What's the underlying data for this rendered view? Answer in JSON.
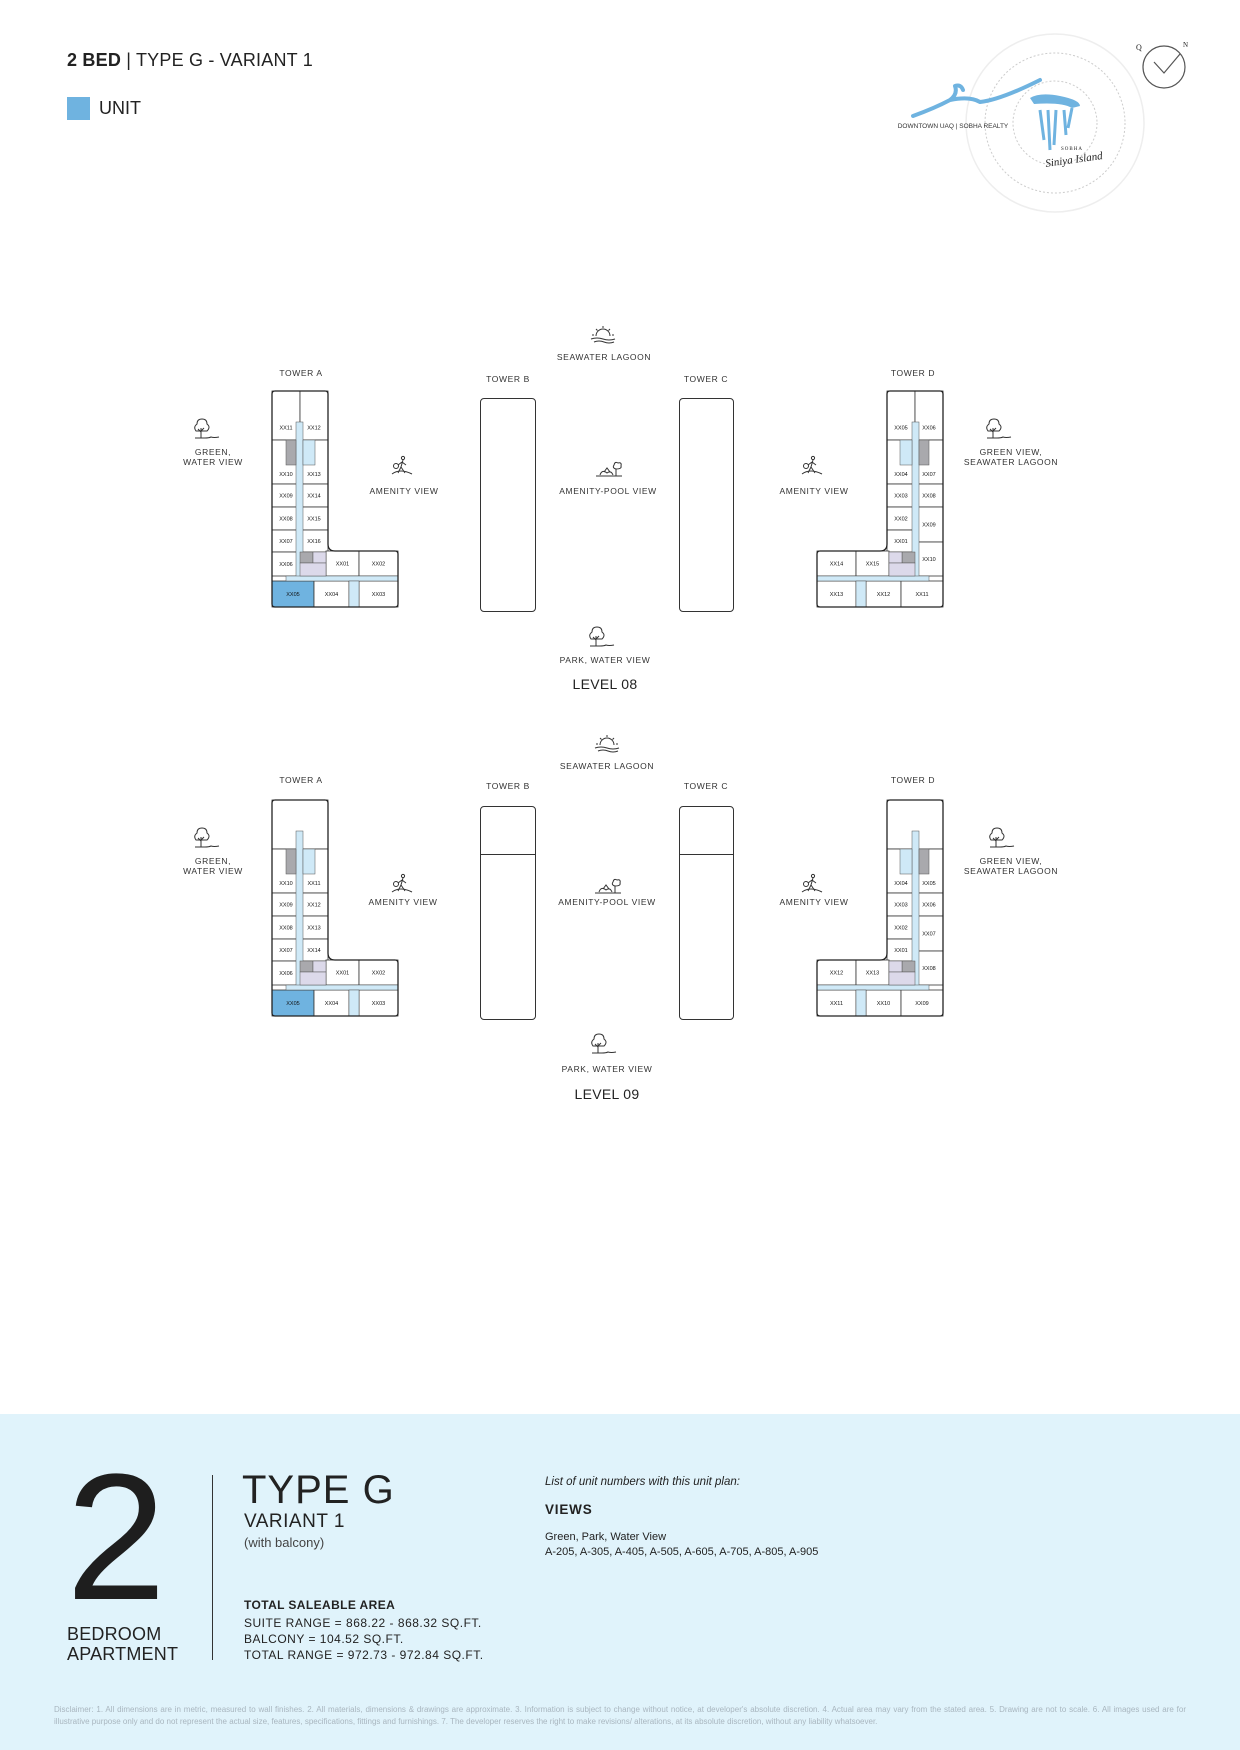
{
  "header": {
    "title_bold": "2 BED",
    "title_rest": " | TYPE G - VARIANT 1",
    "legend_label": "UNIT",
    "legend_color": "#6fb3e0"
  },
  "logo": {
    "tagline": "DOWNTOWN UAQ | SOBHA REALTY",
    "brand": "SOBHA",
    "project": "Siniya Island",
    "compass_q": "Q",
    "compass_n": "N"
  },
  "colors": {
    "highlight": "#6fb3e0",
    "corridor": "#cfe9f7",
    "stairs": "#a9a9ad",
    "services": "#dcd9ea",
    "panel": "#e0f3fb"
  },
  "levels": [
    {
      "name": "LEVEL 08",
      "views": {
        "top": "SEAWATER LAGOON",
        "left_1": "GREEN,",
        "left_2": "WATER VIEW",
        "amenity_left": "AMENITY VIEW",
        "pool": "AMENITY-POOL VIEW",
        "amenity_right": "AMENITY VIEW",
        "right_1": "GREEN VIEW,",
        "right_2": "SEAWATER LAGOON",
        "bottom": "PARK, WATER VIEW"
      },
      "towers": {
        "a": {
          "name": "TOWER A",
          "highlighted": "XX05",
          "units": [
            "XX11",
            "XX12",
            "XX10",
            "XX13",
            "XX09",
            "XX14",
            "XX08",
            "XX15",
            "XX07",
            "XX16",
            "XX06",
            "XX01",
            "XX02",
            "XX05",
            "XX04",
            "XX03"
          ]
        },
        "b": {
          "name": "TOWER B"
        },
        "c": {
          "name": "TOWER C"
        },
        "d": {
          "name": "TOWER D",
          "units": [
            "XX05",
            "XX06",
            "XX04",
            "XX07",
            "XX03",
            "XX08",
            "XX02",
            "XX09",
            "XX01",
            "XX10",
            "XX14",
            "XX15",
            "XX13",
            "XX12",
            "XX11"
          ]
        }
      }
    },
    {
      "name": "LEVEL 09",
      "views": {
        "top": "SEAWATER LAGOON",
        "left_1": "GREEN,",
        "left_2": "WATER VIEW",
        "amenity_left": "AMENITY VIEW",
        "pool": "AMENITY-POOL VIEW",
        "amenity_right": "AMENITY VIEW",
        "right_1": "GREEN VIEW,",
        "right_2": "SEAWATER LAGOON",
        "bottom": "PARK, WATER VIEW"
      },
      "towers": {
        "a": {
          "name": "TOWER A",
          "highlighted": "XX05",
          "units": [
            "",
            "XX10",
            "XX11",
            "XX09",
            "XX12",
            "XX08",
            "XX13",
            "XX07",
            "XX14",
            "XX06",
            "XX01",
            "XX02",
            "XX05",
            "XX04",
            "XX03"
          ]
        },
        "b": {
          "name": "TOWER B"
        },
        "c": {
          "name": "TOWER C"
        },
        "d": {
          "name": "TOWER D",
          "units": [
            "",
            "XX04",
            "XX05",
            "XX03",
            "XX06",
            "XX02",
            "XX07",
            "XX01",
            "XX08",
            "XX12",
            "XX13",
            "XX11",
            "XX10",
            "XX09"
          ]
        }
      }
    }
  ],
  "summary": {
    "bedrooms": "2",
    "bedroom_label_1": "BEDROOM",
    "bedroom_label_2": "APARTMENT",
    "type": "TYPE G",
    "variant": "VARIANT 1",
    "balcony_note": "(with balcony)",
    "area_heading": "TOTAL SALEABLE AREA",
    "suite_range": "SUITE RANGE = 868.22 - 868.32 SQ.FT.",
    "balcony": "BALCONY = 104.52 SQ.FT.",
    "total_range": "TOTAL RANGE = 972.73 - 972.84 SQ.FT.",
    "list_intro": "List of unit numbers with this unit plan:",
    "views_heading": "VIEWS",
    "views_text": "Green, Park, Water View",
    "unit_numbers": "A-205, A-305, A-405, A-505, A-605, A-705, A-805, A-905"
  },
  "disclaimer": "Disclaimer: 1. All dimensions are in metric, measured to wall finishes. 2. All materials, dimensions & drawings are approximate. 3. Information is subject to change without notice, at developer's absolute discretion. 4. Actual area may vary from the stated area. 5. Drawing are not to scale. 6. All images used are for illustrative purpose only and do not represent the actual size, features, specifications, fittings and furnishings. 7. The developer reserves the right to make revisions/ alterations, at its absolute discretion, without any liability whatsoever."
}
